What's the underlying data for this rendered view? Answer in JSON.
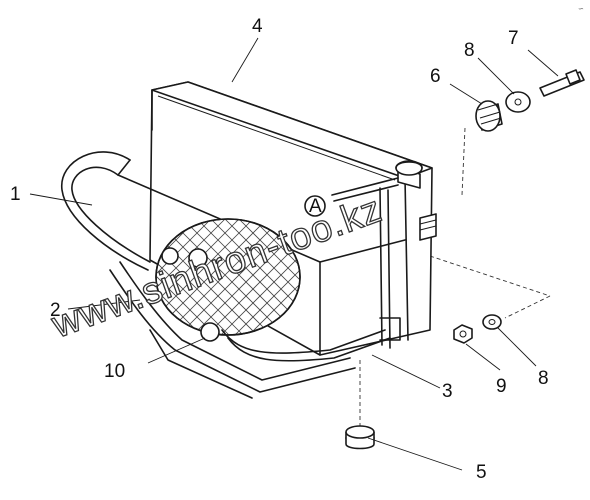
{
  "corner_mark": "∽",
  "watermark": "www.sinhron-too.kz",
  "view_marker": "A",
  "callouts": {
    "c1": "1",
    "c2": "2",
    "c3": "3",
    "c4": "4",
    "c5": "5",
    "c6": "6",
    "c7": "7",
    "c8a": "8",
    "c8b": "8",
    "c9": "9",
    "c10": "10"
  }
}
